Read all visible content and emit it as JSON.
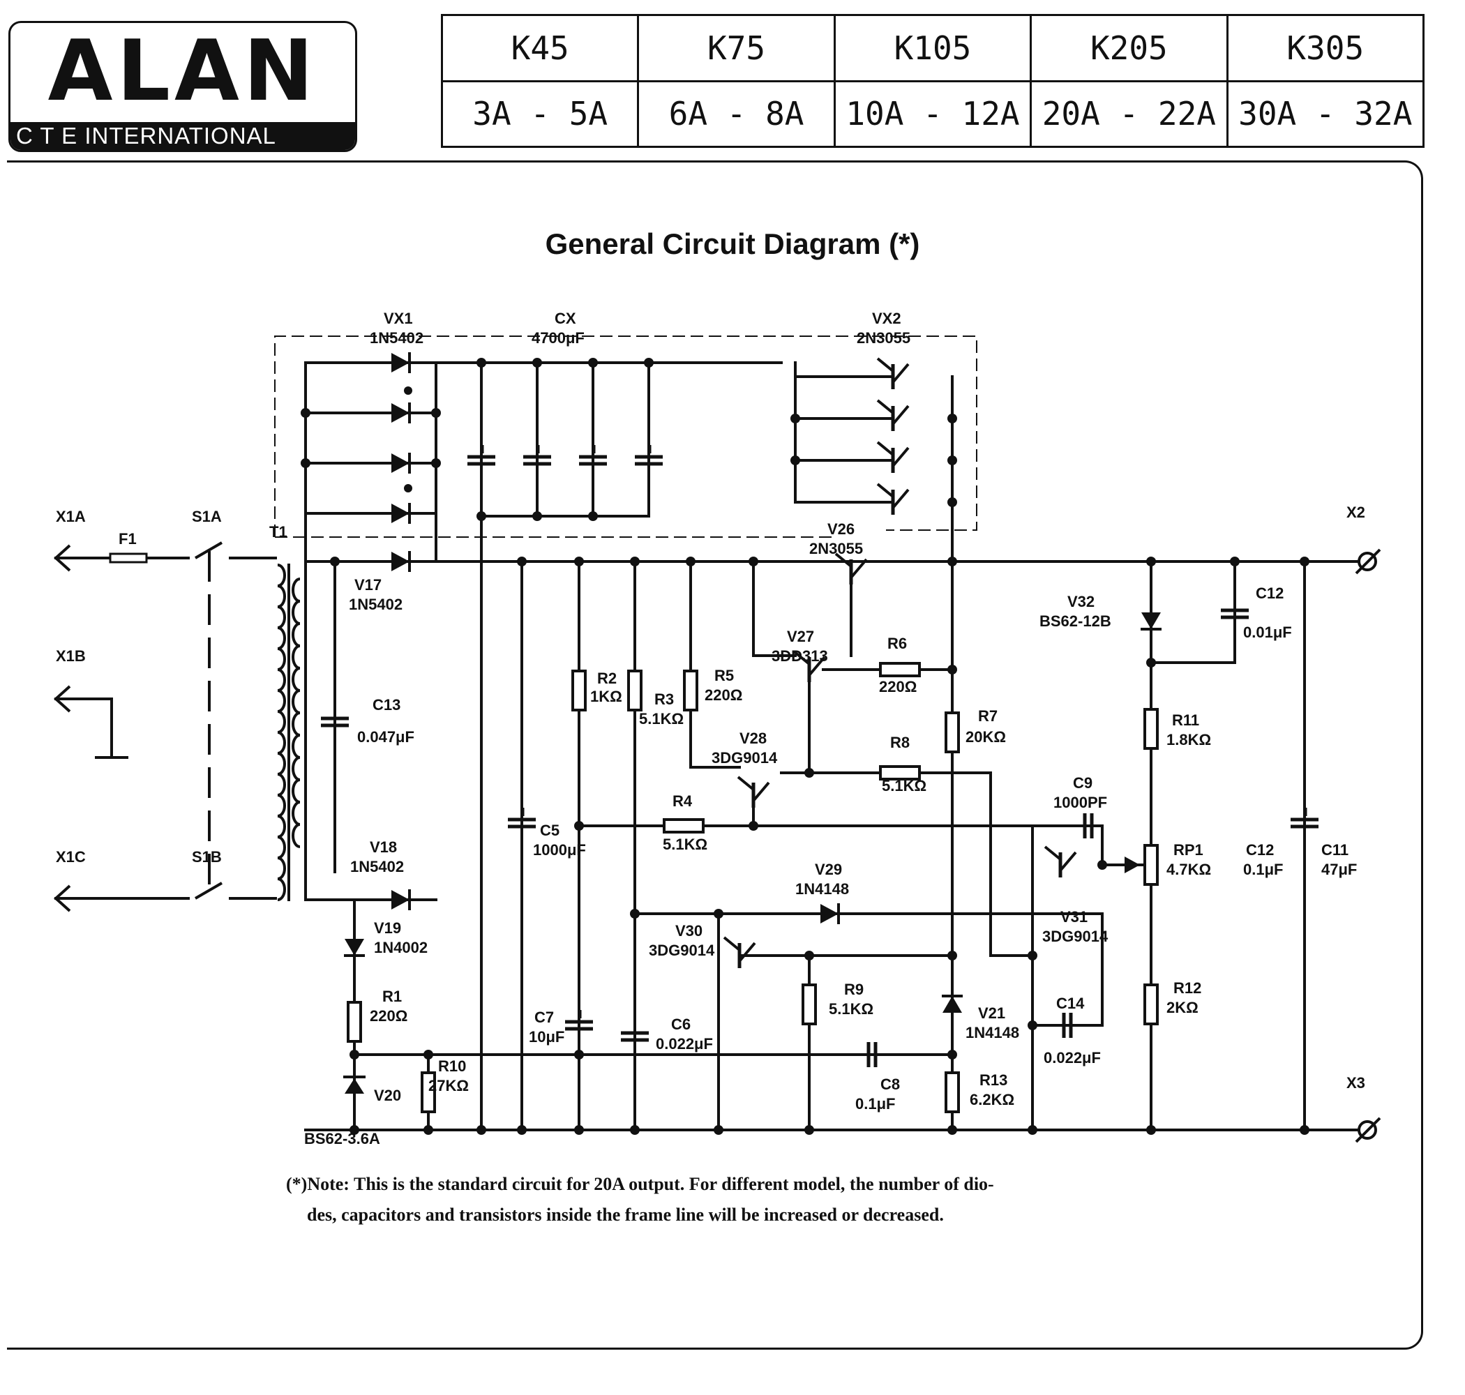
{
  "logo": {
    "brand": "ALAN",
    "subtitle": "C T E INTERNATIONAL"
  },
  "models": {
    "names": [
      "K45",
      "K75",
      "K105",
      "K205",
      "K305"
    ],
    "ranges": [
      "3A - 5A",
      "6A - 8A",
      "10A - 12A",
      "20A - 22A",
      "30A - 32A"
    ]
  },
  "title": "General Circuit Diagram (*)",
  "labels": {
    "X1A": "X1A",
    "X1B": "X1B",
    "X1C": "X1C",
    "X2": "X2",
    "X3": "X3",
    "F1": "F1",
    "S1A": "S1A",
    "S1B": "S1B",
    "T1": "T1",
    "VX1": "VX1",
    "VX1v": "1N5402",
    "CX": "CX",
    "CXv": "4700μF",
    "VX2": "VX2",
    "VX2v": "2N3055",
    "V26": "V26",
    "V26v": "2N3055",
    "V17": "V17",
    "V17v": "1N5402",
    "C13": "C13",
    "C13v": "0.047μF",
    "V18": "V18",
    "V18v": "1N5402",
    "V19": "V19",
    "V19v": "1N4002",
    "R1": "R1",
    "R1v": "220Ω",
    "V20": "V20",
    "V20v": "BS62-3.6A",
    "R10": "R10",
    "R10v": "27KΩ",
    "C5": "C5",
    "C5v": "1000μF",
    "C7": "C7",
    "C7v": "10μF",
    "R2": "R2",
    "R2v": "1KΩ",
    "R3": "R3",
    "R3v": "5.1KΩ",
    "R5": "R5",
    "R5v": "220Ω",
    "V27": "V27",
    "V27v": "3DD313",
    "R6": "R6",
    "R6v": "220Ω",
    "V28": "V28",
    "V28v": "3DG9014",
    "R8": "R8",
    "R8v": "5.1KΩ",
    "R4": "R4",
    "R4v": "5.1KΩ",
    "R7": "R7",
    "R7v": "20KΩ",
    "C9": "C9",
    "C9v": "1000PF",
    "V29": "V29",
    "V29v": "1N4148",
    "V30": "V30",
    "V30v": "3DG9014",
    "V31": "V31",
    "V31v": "3DG9014",
    "R9": "R9",
    "R9v": "5.1KΩ",
    "C6": "C6",
    "C6v": "0.022μF",
    "C8": "C8",
    "C8v": "0.1μF",
    "V21": "V21",
    "V21v": "1N4148",
    "R13": "R13",
    "R13v": "6.2KΩ",
    "C14": "C14",
    "C14v": "0.022μF",
    "V32": "V32",
    "V32v": "BS62-12B",
    "C12a": "C12",
    "C12av": "0.01μF",
    "R11": "R11",
    "R11v": "1.8KΩ",
    "RP1": "RP1",
    "RP1v": "4.7KΩ",
    "R12": "R12",
    "R12v": "2KΩ",
    "C12b": "C12",
    "C12bv": "0.1μF",
    "C11": "C11",
    "C11v": "47μF"
  },
  "note": {
    "line1": "(*)Note: This is the standard circuit for 20A output. For different model, the number of dio-",
    "line2": "des, capacitors and transistors inside the frame line will be increased or decreased."
  }
}
